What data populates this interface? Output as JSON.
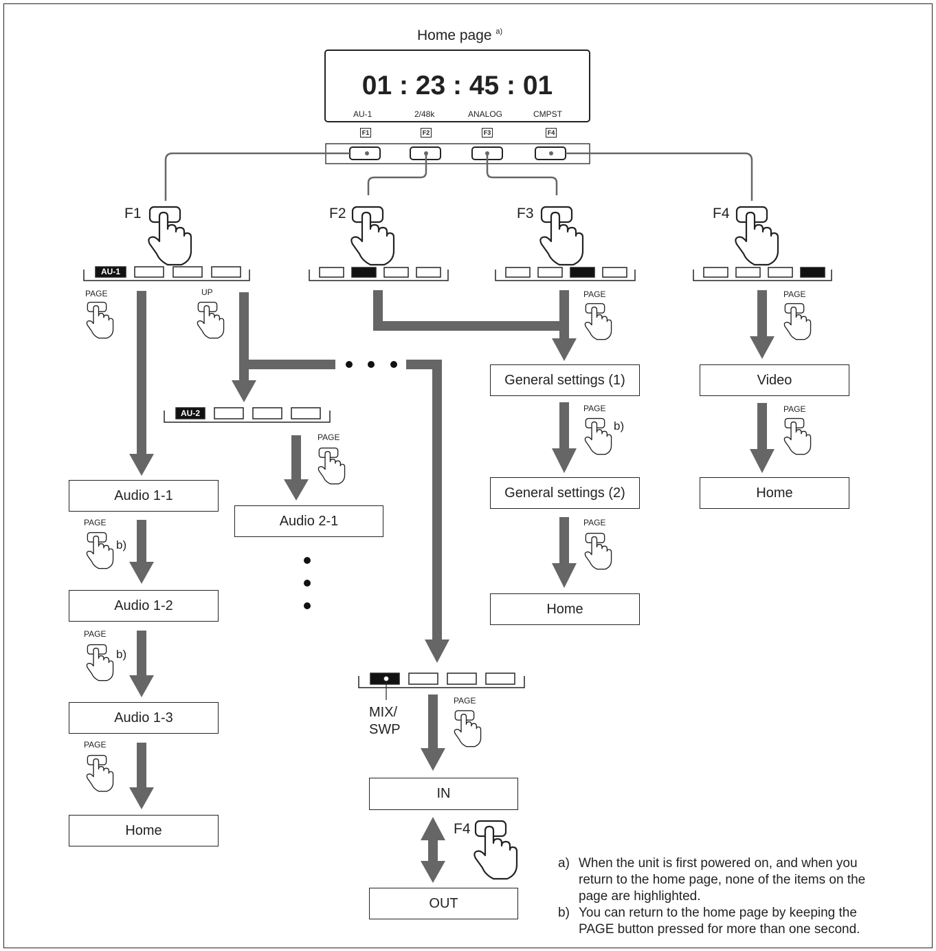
{
  "home": {
    "title": "Home page",
    "title_note": "a)",
    "timecode": "01 : 23 : 45 : 01",
    "softkeys": [
      "AU-1",
      "2/48k",
      "ANALOG",
      "CMPST"
    ],
    "fkeys": [
      "F1",
      "F2",
      "F3",
      "F4"
    ]
  },
  "branches": {
    "f1_label": "F1",
    "f2_label": "F2",
    "f3_label": "F3",
    "f4_label": "F4",
    "au1_tag": "AU-1",
    "au2_tag": "AU-2"
  },
  "buttons": {
    "page": "PAGE",
    "up": "UP",
    "note_b": "b)"
  },
  "screens": {
    "audio_1_1": "Audio 1-1",
    "audio_1_2": "Audio 1-2",
    "audio_1_3": "Audio 1-3",
    "home_f1": "Home",
    "audio_2_1": "Audio 2-1",
    "general_1": "General settings (1)",
    "general_2": "General settings (2)",
    "home_f3": "Home",
    "video": "Video",
    "home_f4": "Home",
    "in": "IN",
    "out": "OUT",
    "mix_swp": "MIX/",
    "mix_swp_2": "SWP",
    "f4_toggle": "F4"
  },
  "footnotes": {
    "a_marker": "a)",
    "a_line1": "When the unit is first powered on, and when you",
    "a_line2": "return to the home page, none of the items on the",
    "a_line3": "page are highlighted.",
    "b_marker": "b)",
    "b_line1": "You can return to the home page by keeping the",
    "b_line2": "PAGE button pressed for more than one second."
  },
  "colors": {
    "arrow": "#666666",
    "ink": "#222222",
    "highlight": "#111111"
  }
}
